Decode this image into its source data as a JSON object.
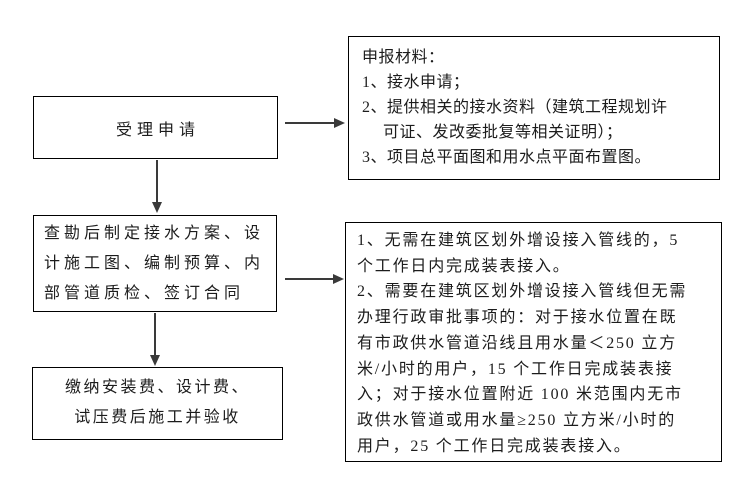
{
  "colors": {
    "bg": "#ffffff",
    "box-border": "#000000",
    "text": "#1c1c1c",
    "arrow": "#3a3a3a"
  },
  "boxes": {
    "accept": {
      "lines": [
        "受理申请"
      ]
    },
    "materials": {
      "lines": [
        "申报材料：",
        "1、接水申请；",
        "2、提供相关的接水资料（建筑工程规划许",
        "可证、发改委批复等相关证明）；",
        "3、项目总平面图和用水点平面布置图。"
      ]
    },
    "plan": {
      "lines": [
        "查勘后制定接水方案、设",
        "计施工图、编制预算、内",
        "部管道质检、签订合同"
      ]
    },
    "timeline": {
      "lines": [
        "1、无需在建筑区划外增设接入管线的，5",
        "个工作日内完成装表接入。",
        "2、需要在建筑区划外增设接入管线但无需",
        "办理行政审批事项的：对于接水位置在既",
        "有市政供水管道沿线且用水量＜250 立方",
        "米/小时的用户，15 个工作日完成装表接",
        "入；对于接水位置附近 100 米范围内无市",
        "政供水管道或用水量≥250 立方米/小时的",
        "用户，25 个工作日完成装表接入。"
      ]
    },
    "pay": {
      "lines": [
        "缴纳安装费、设计费、",
        "试压费后施工并验收"
      ]
    }
  },
  "arrows": [
    {
      "from": "accept",
      "to": "materials",
      "direction": "right"
    },
    {
      "from": "accept",
      "to": "plan",
      "direction": "down"
    },
    {
      "from": "plan",
      "to": "timeline",
      "direction": "right"
    },
    {
      "from": "plan",
      "to": "pay",
      "direction": "down"
    }
  ]
}
